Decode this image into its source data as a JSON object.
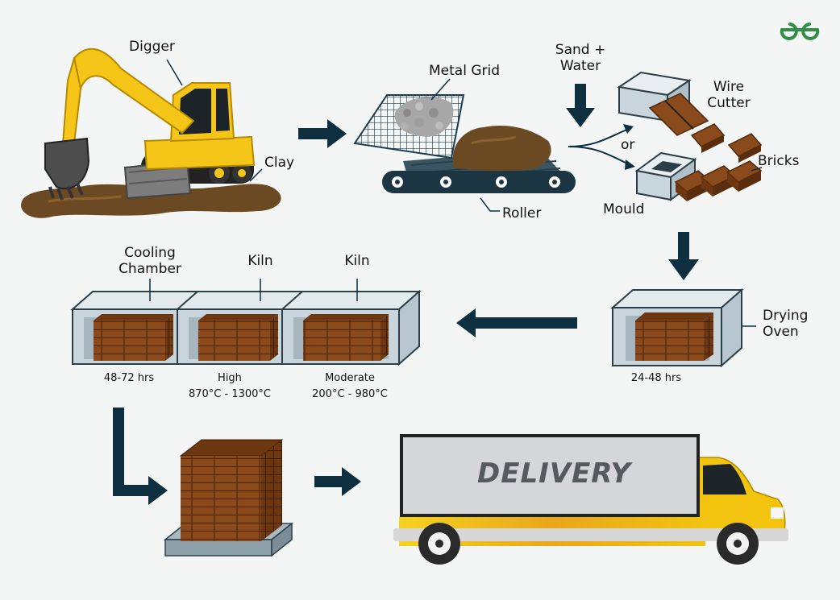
{
  "labels": {
    "digger": "Digger",
    "clay": "Clay",
    "metal_grid": "Metal Grid",
    "sand_water": "Sand +\nWater",
    "wire_cutter": "Wire\nCutter",
    "or": "or",
    "bricks": "Bricks",
    "mould": "Mould",
    "roller": "Roller",
    "cooling_chamber": "Cooling\nChamber",
    "kiln_high": "Kiln",
    "kiln_moderate": "Kiln",
    "drying_oven": "Drying\nOven",
    "delivery": "DELIVERY"
  },
  "stages": {
    "cooling": {
      "duration": "48-72 hrs"
    },
    "kiln_high": {
      "level": "High",
      "temp": "870°C - 1300°C"
    },
    "kiln_moderate": {
      "level": "Moderate",
      "temp": "200°C - 980°C"
    },
    "drying": {
      "duration": "24-48 hrs"
    }
  },
  "colors": {
    "arrow": "#0d2f3f",
    "brick": "#8b4a1c",
    "brick_dark": "#5a2d0e",
    "chamber": "#c9d5dc",
    "chamber_edge": "#2c3e48",
    "clay": "#6b4a23",
    "excavator": "#f5c518",
    "truck": "#f2c40f",
    "logo": "#2f8d46"
  },
  "icons": {
    "logo": "geeksforgeeks-logo-icon"
  }
}
